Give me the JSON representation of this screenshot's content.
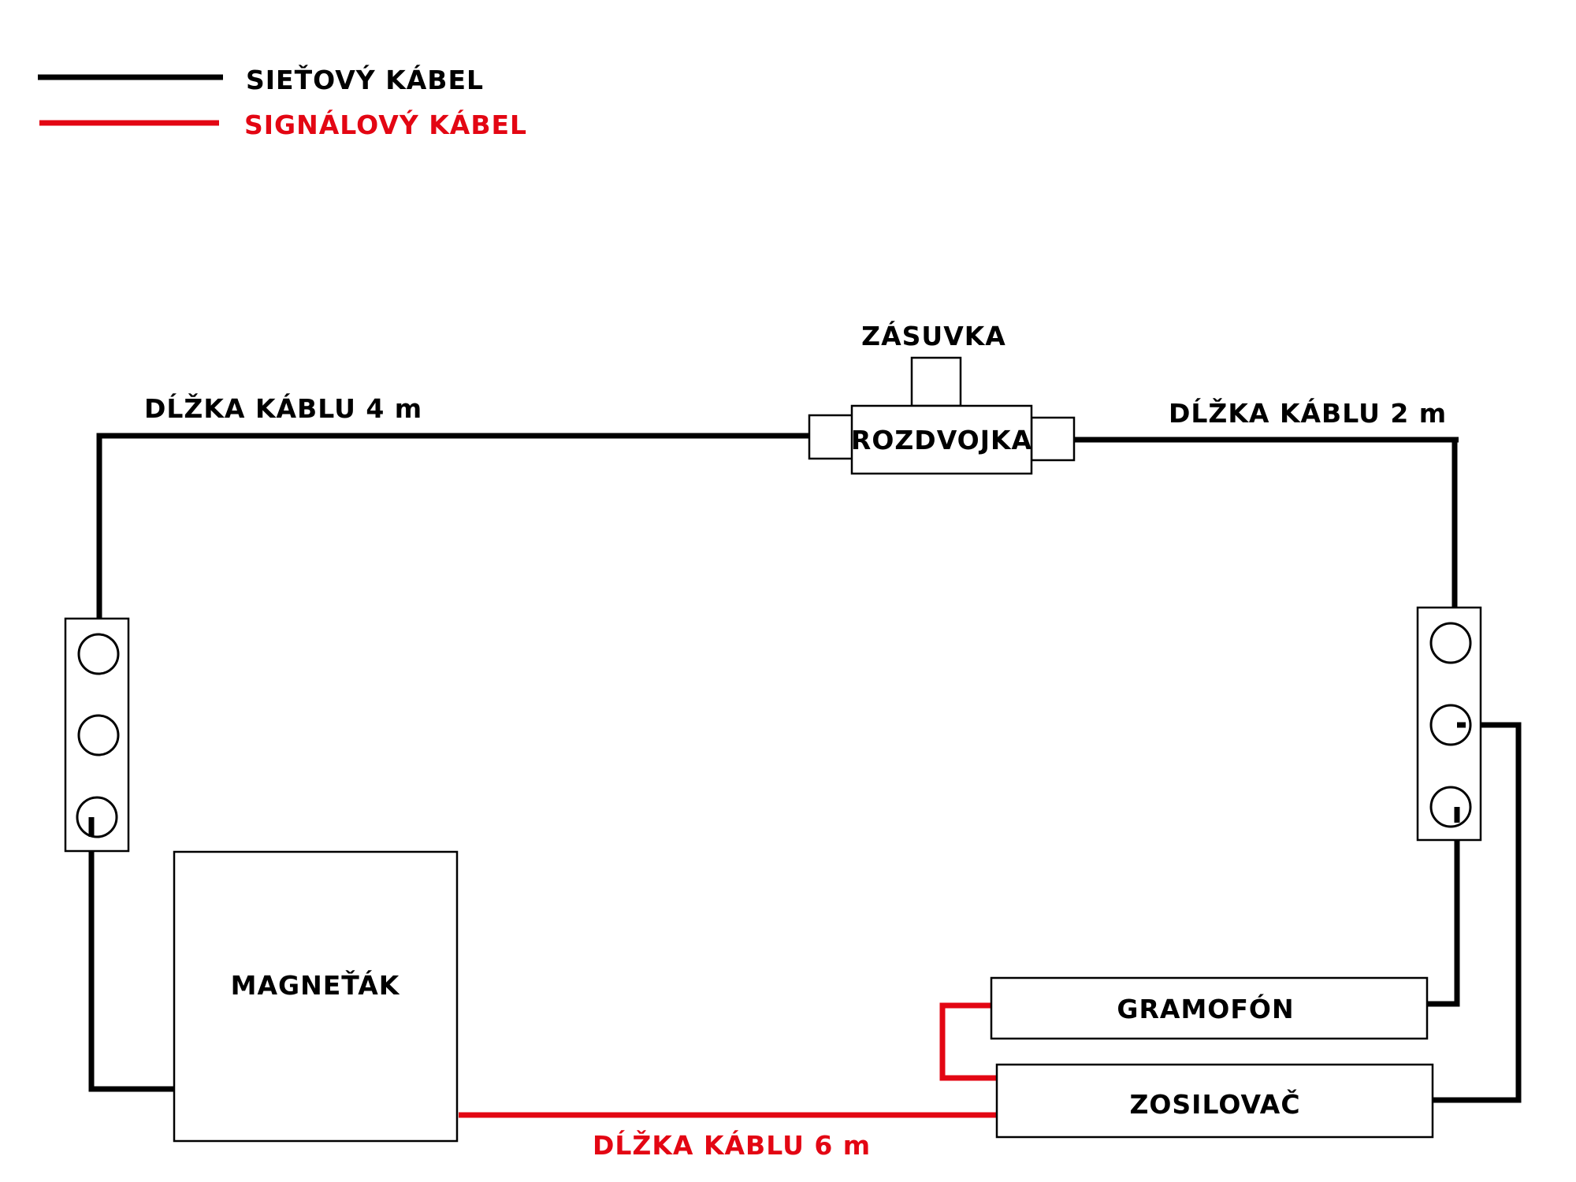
{
  "legend": {
    "items": [
      {
        "label": "SIEŤOVÝ KÁBEL",
        "color": "#000000"
      },
      {
        "label": "SIGNÁLOVÝ KÁBEL",
        "color": "#e30613"
      }
    ]
  },
  "devices": {
    "socket": "ZÁSUVKA",
    "splitter": "ROZDVOJKA",
    "tape_recorder": "MAGNEŤÁK",
    "turntable": "GRAMOFÓN",
    "amplifier": "ZOSILOVAČ"
  },
  "cable_lengths": {
    "left": "DĹŽKA KÁBLU 4 m",
    "right": "DĹŽKA KÁBLU 2 m",
    "signal": "DĹŽKA KÁBLU 6 m"
  },
  "colors": {
    "network": "#000000",
    "signal": "#e30613"
  }
}
